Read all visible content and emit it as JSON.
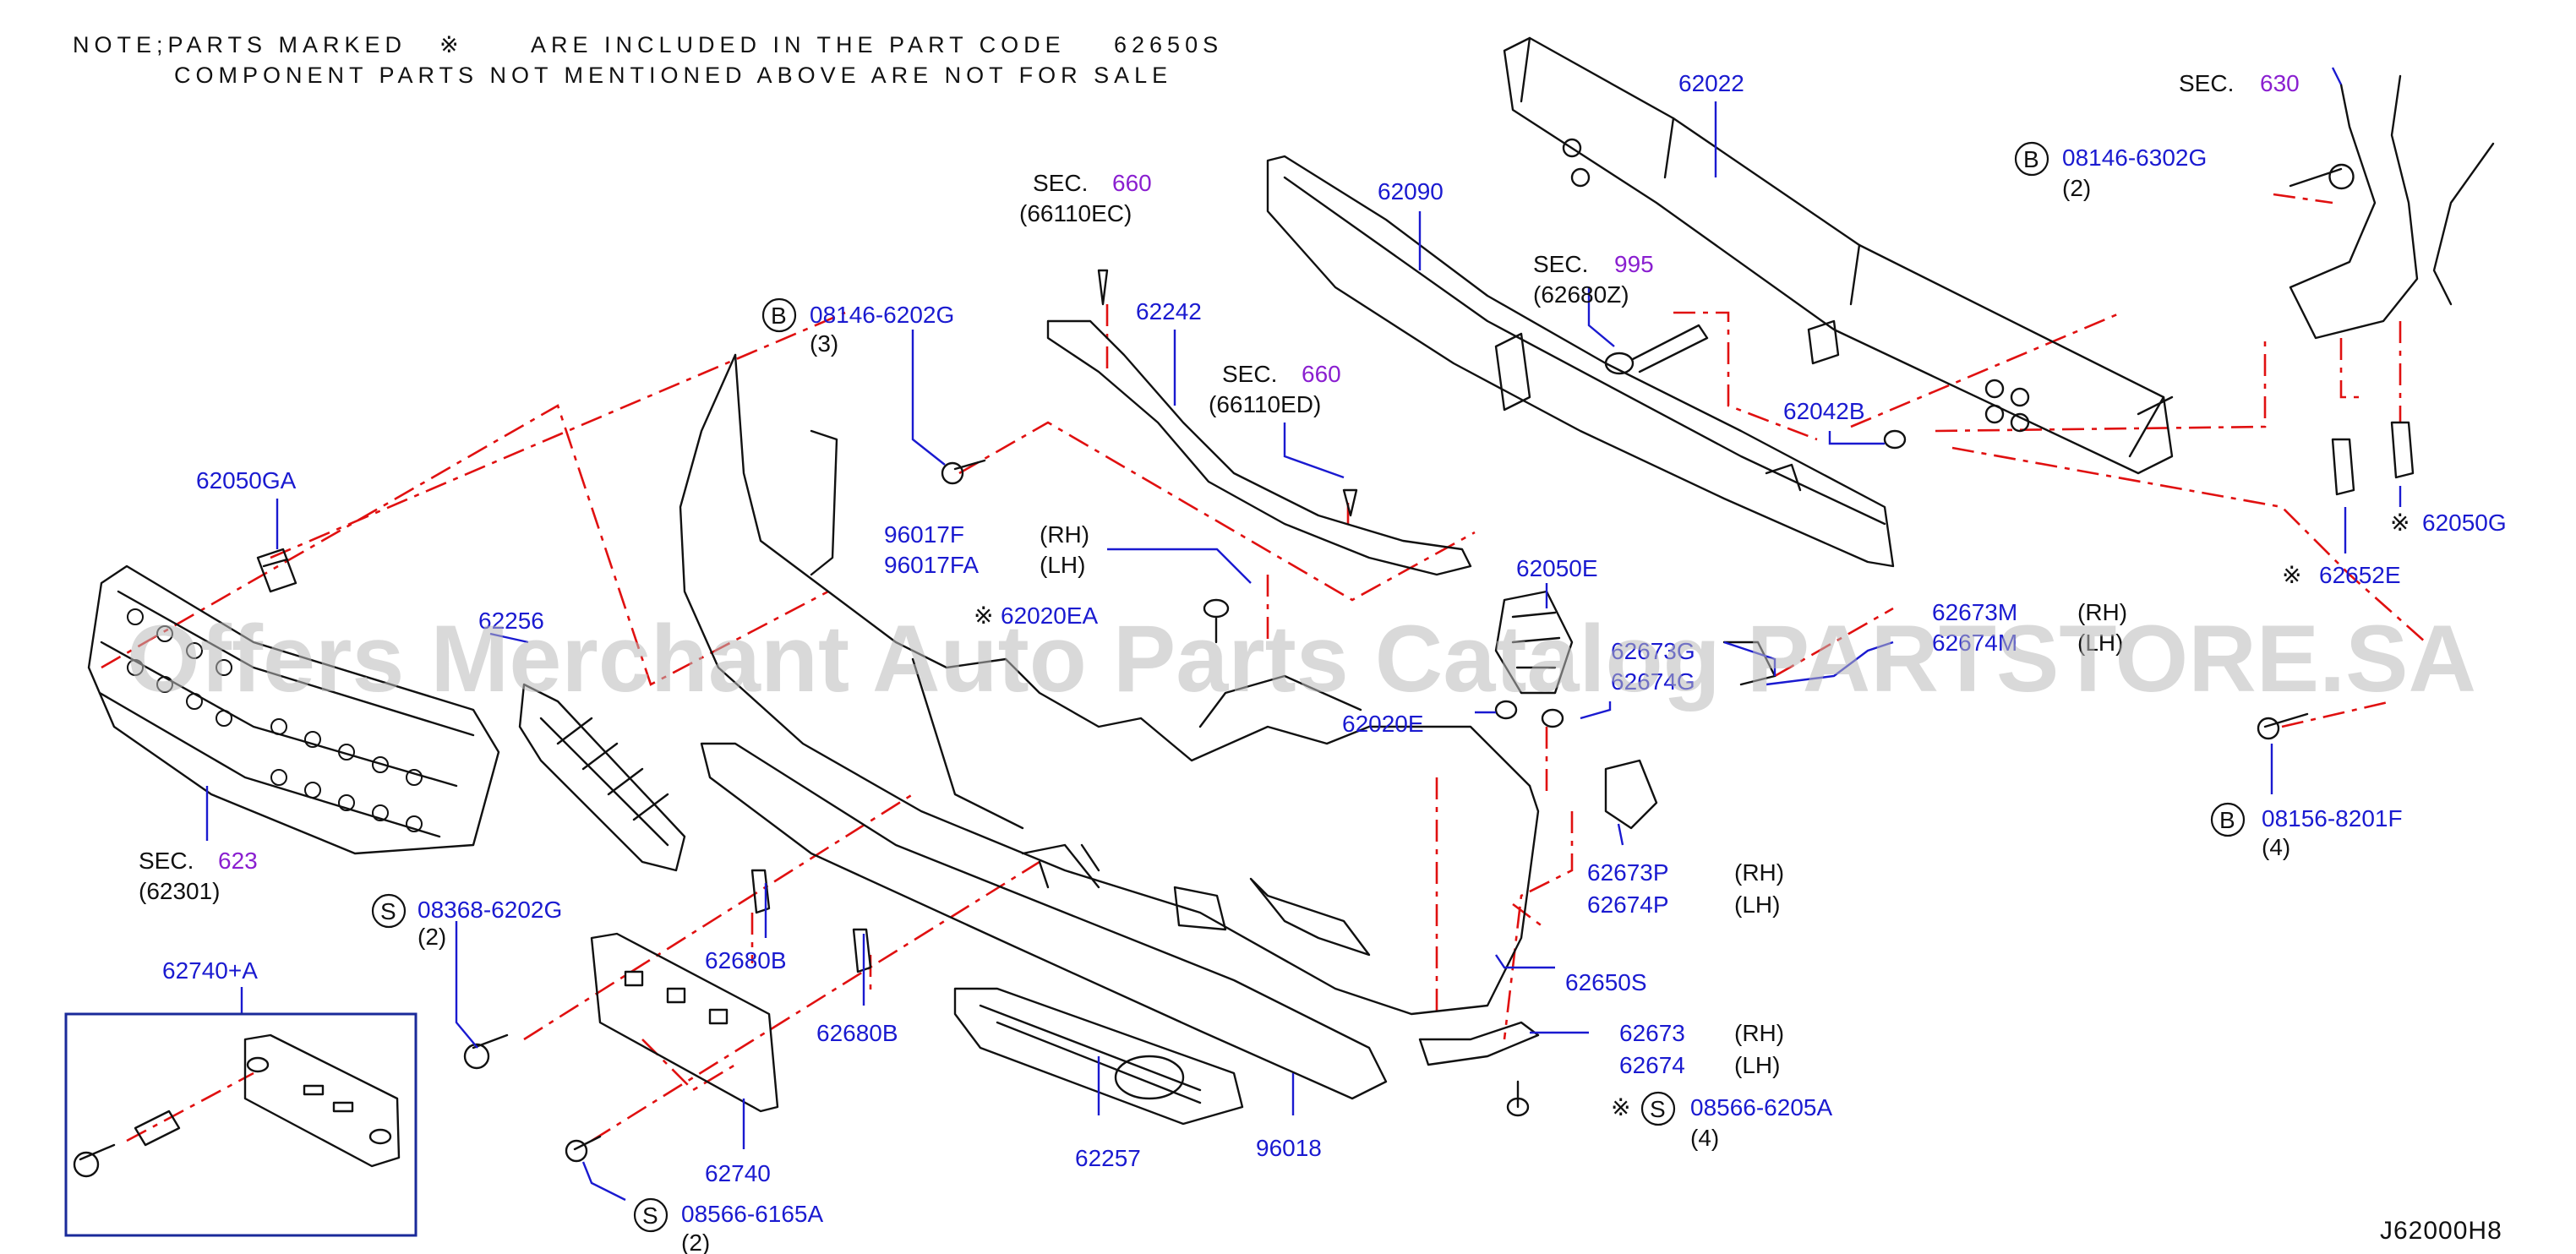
{
  "note": {
    "line1_prefix": "NOTE;PARTS MARKED",
    "mark": "※",
    "line1_suffix": "ARE INCLUDED IN THE PART CODE",
    "part_code": "62650S",
    "line2": "COMPONENT PARTS NOT MENTIONED ABOVE ARE NOT FOR SALE"
  },
  "sec_label": "SEC.",
  "watermark": "Offers Merchant Auto Parts Catalog PARTSTORE.SA",
  "diagram_ref": "J62000H8",
  "callouts": {
    "p62050ga": "62050GA",
    "sec623": "623",
    "p62301": "(62301)",
    "p62256": "62256",
    "s1_letter": "S",
    "p08368": "08368-6202G",
    "q2a": "(2)",
    "p62740a": "62740+A",
    "b1_letter": "B",
    "p08146_6202": "08146-6202G",
    "q3": "(3)",
    "sec660a": "660",
    "p66110ec": "(66110EC)",
    "p62242": "62242",
    "sec660b": "660",
    "p66110ed": "(66110ED)",
    "p96017f": "96017F",
    "p96017fa": "96017FA",
    "rh": "(RH)",
    "lh": "(LH)",
    "p62020ea": "62020EA",
    "p62680b_1": "62680B",
    "p62680b_2": "62680B",
    "p62740": "62740",
    "s2_letter": "S",
    "p08566_6165": "08566-6165A",
    "q2b": "(2)",
    "p62257": "62257",
    "p96018": "96018",
    "p62090": "62090",
    "p62022": "62022",
    "sec995": "995",
    "p62680z": "(62680Z)",
    "p62042b": "62042B",
    "p62050e": "62050E",
    "p62673g": "62673G",
    "p62674g": "62674G",
    "p62020e": "62020E",
    "p62673p": "62673P",
    "p62674p": "62674P",
    "p62650s": "62650S",
    "p62673": "62673",
    "p62674": "62674",
    "s3_letter": "S",
    "p08566_6205": "08566-6205A",
    "q4a": "(4)",
    "sec630": "630",
    "b2_letter": "B",
    "p08146_6302": "08146-6302G",
    "q2c": "(2)",
    "p62050g": "62050G",
    "p62652e": "62652E",
    "p62673m": "62673M",
    "p62674m": "62674M",
    "b3_letter": "B",
    "p08156": "08156-8201F",
    "q4b": "(4)"
  }
}
